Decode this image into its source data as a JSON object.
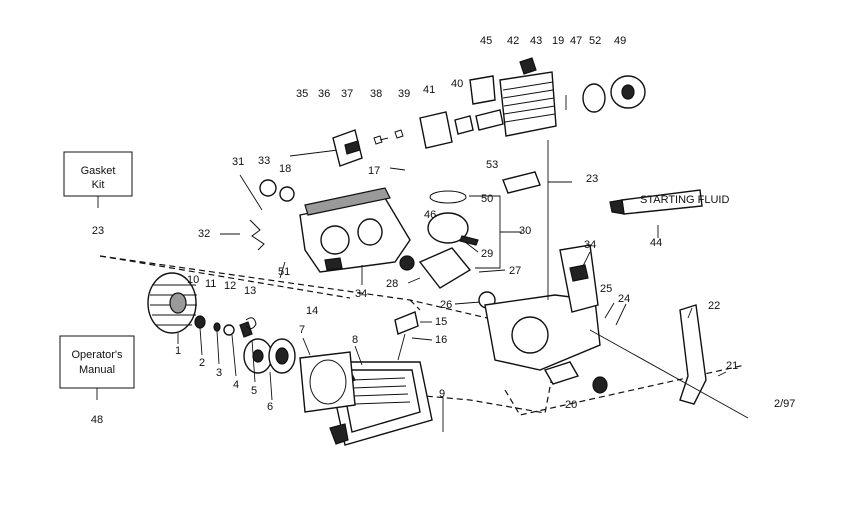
{
  "revision": "2/97",
  "boxes": {
    "gasket_kit": {
      "line1": "Gasket",
      "line2": "Kit",
      "ref": "23"
    },
    "operators_manual": {
      "line1": "Operator's",
      "line2": "Manual",
      "ref": "48"
    }
  },
  "callouts": [
    "1",
    "2",
    "3",
    "4",
    "5",
    "6",
    "7",
    "8",
    "9",
    "10",
    "11",
    "12",
    "13",
    "14",
    "15",
    "16",
    "17",
    "18",
    "19",
    "20",
    "21",
    "22",
    "23",
    "23",
    "24",
    "25",
    "26",
    "27",
    "28",
    "29",
    "30",
    "31",
    "32",
    "33",
    "34",
    "34",
    "35",
    "36",
    "37",
    "38",
    "39",
    "40",
    "41",
    "42",
    "43",
    "44",
    "45",
    "46",
    "47",
    "49",
    "50",
    "51",
    "52",
    "53"
  ],
  "tube_label": "STARTING FLUID"
}
